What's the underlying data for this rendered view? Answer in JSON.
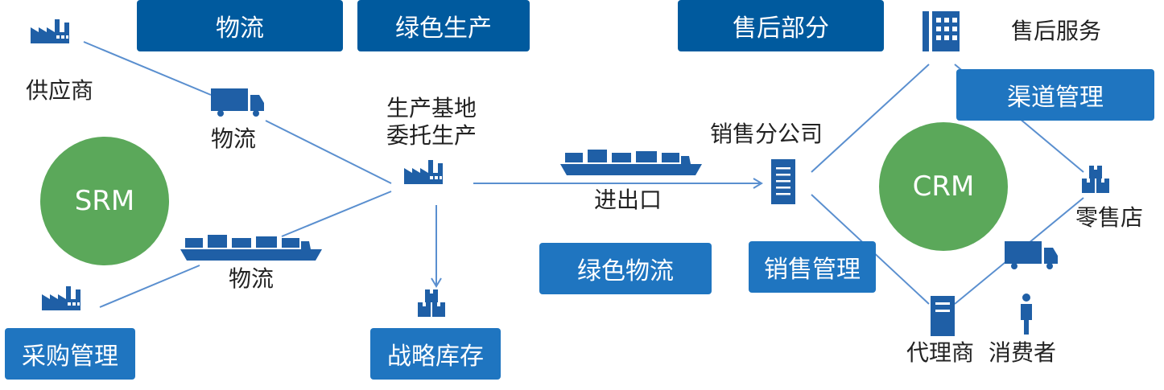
{
  "colors": {
    "icon": "#1f5fa6",
    "line": "#5a8fcf",
    "box_dark": "#005a9e",
    "box_mid": "#1f75c0",
    "circle": "#5ba85a"
  },
  "boxes": {
    "logistics": "物流",
    "green_production": "绿色生产",
    "after_sales_part": "售后部分",
    "channel_management": "渠道管理",
    "green_logistics": "绿色物流",
    "sales_management": "销售管理",
    "procurement_management": "采购管理",
    "strategic_inventory": "战略库存"
  },
  "labels": {
    "supplier": "供应商",
    "logistics_truck": "物流",
    "logistics_ship": "物流",
    "production_base_line1": "生产基地",
    "production_base_line2": "委托生产",
    "import_export": "进出口",
    "sales_branch": "销售分公司",
    "after_sales_service": "售后服务",
    "retail_store": "零售店",
    "agent": "代理商",
    "consumer": "消费者"
  },
  "circles": {
    "srm": "SRM",
    "crm": "CRM"
  },
  "icons": [
    "factory-icon",
    "truck-icon",
    "ship-icon",
    "building-icon",
    "boxes-icon",
    "person-icon"
  ]
}
